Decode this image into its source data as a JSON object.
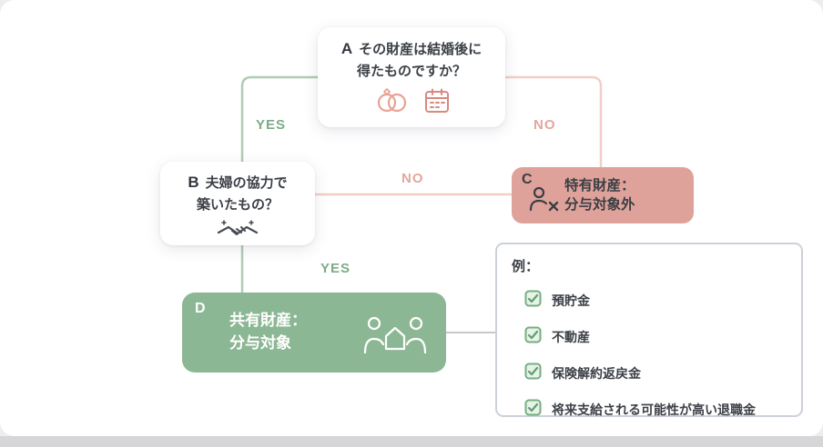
{
  "colors": {
    "green_card": "#8cb794",
    "pink_card": "#dfa29b",
    "green_label": "#7cac86",
    "pink_label": "#e2a79e",
    "line_green": "#aecdb2",
    "line_pink": "#f2cec7",
    "line_gray": "#c9c9c9",
    "text_dark": "#3c4047"
  },
  "nodes": {
    "a": {
      "letter": "A",
      "line1": "その財産は結婚後に",
      "line2": "得たものですか？",
      "icons": [
        "rings-icon",
        "calendar-icon"
      ]
    },
    "b": {
      "letter": "B",
      "line1": "夫婦の協力で",
      "line2": "築いたもの？",
      "icons": [
        "handshake-icon"
      ]
    },
    "c": {
      "letter": "C",
      "line1": "特有財産：",
      "line2": "分与対象外",
      "icons": [
        "person-x-icon"
      ]
    },
    "d": {
      "letter": "D",
      "line1": "共有財産：",
      "line2": "分与対象",
      "icons": [
        "family-house-icon"
      ]
    }
  },
  "branch_labels": {
    "a_yes": "YES",
    "a_no": "NO",
    "b_no": "NO",
    "b_yes": "YES"
  },
  "examples": {
    "title": "例：",
    "items": [
      {
        "icon": "check-icon",
        "label": "預貯金"
      },
      {
        "icon": "check-icon",
        "label": "不動産"
      },
      {
        "icon": "check-icon",
        "label": "保険解約返戻金"
      },
      {
        "icon": "check-icon",
        "label": "将来支給される可能性が高い退職金"
      }
    ]
  }
}
